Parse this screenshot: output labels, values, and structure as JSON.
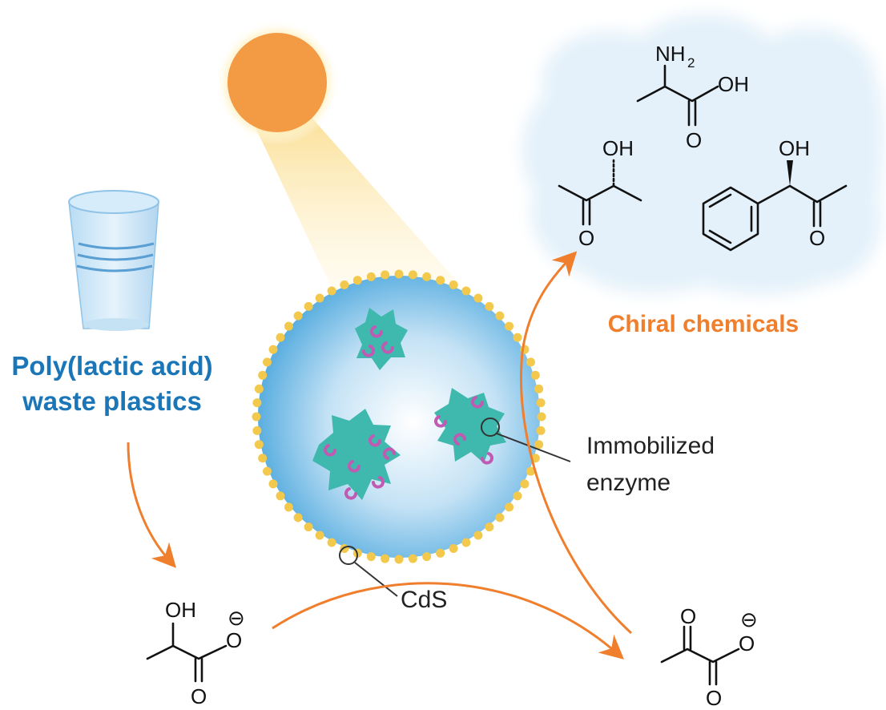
{
  "labels": {
    "feedstock_line1": "Poly(lactic acid)",
    "feedstock_line2": "waste plastics",
    "product": "Chiral chemicals",
    "enzyme_line1": "Immobilized",
    "enzyme_line2": "enzyme",
    "photocatalyst": "CdS"
  },
  "chem": {
    "oh": "OH",
    "o": "O",
    "nh2_main": "NH",
    "nh2_sub": "2",
    "minus": "⊖"
  },
  "colors": {
    "feedstock_text": "#1b76b8",
    "product_text": "#f07f2d",
    "arrow": "#f07f2d",
    "sun": "#f39a45",
    "cds_particle": "#f2c94c",
    "enzyme": "#3fb8ad",
    "enzyme_site": "#c05ab2",
    "sphere": "#7ec3ea",
    "cloud": "#e4f1fa"
  }
}
